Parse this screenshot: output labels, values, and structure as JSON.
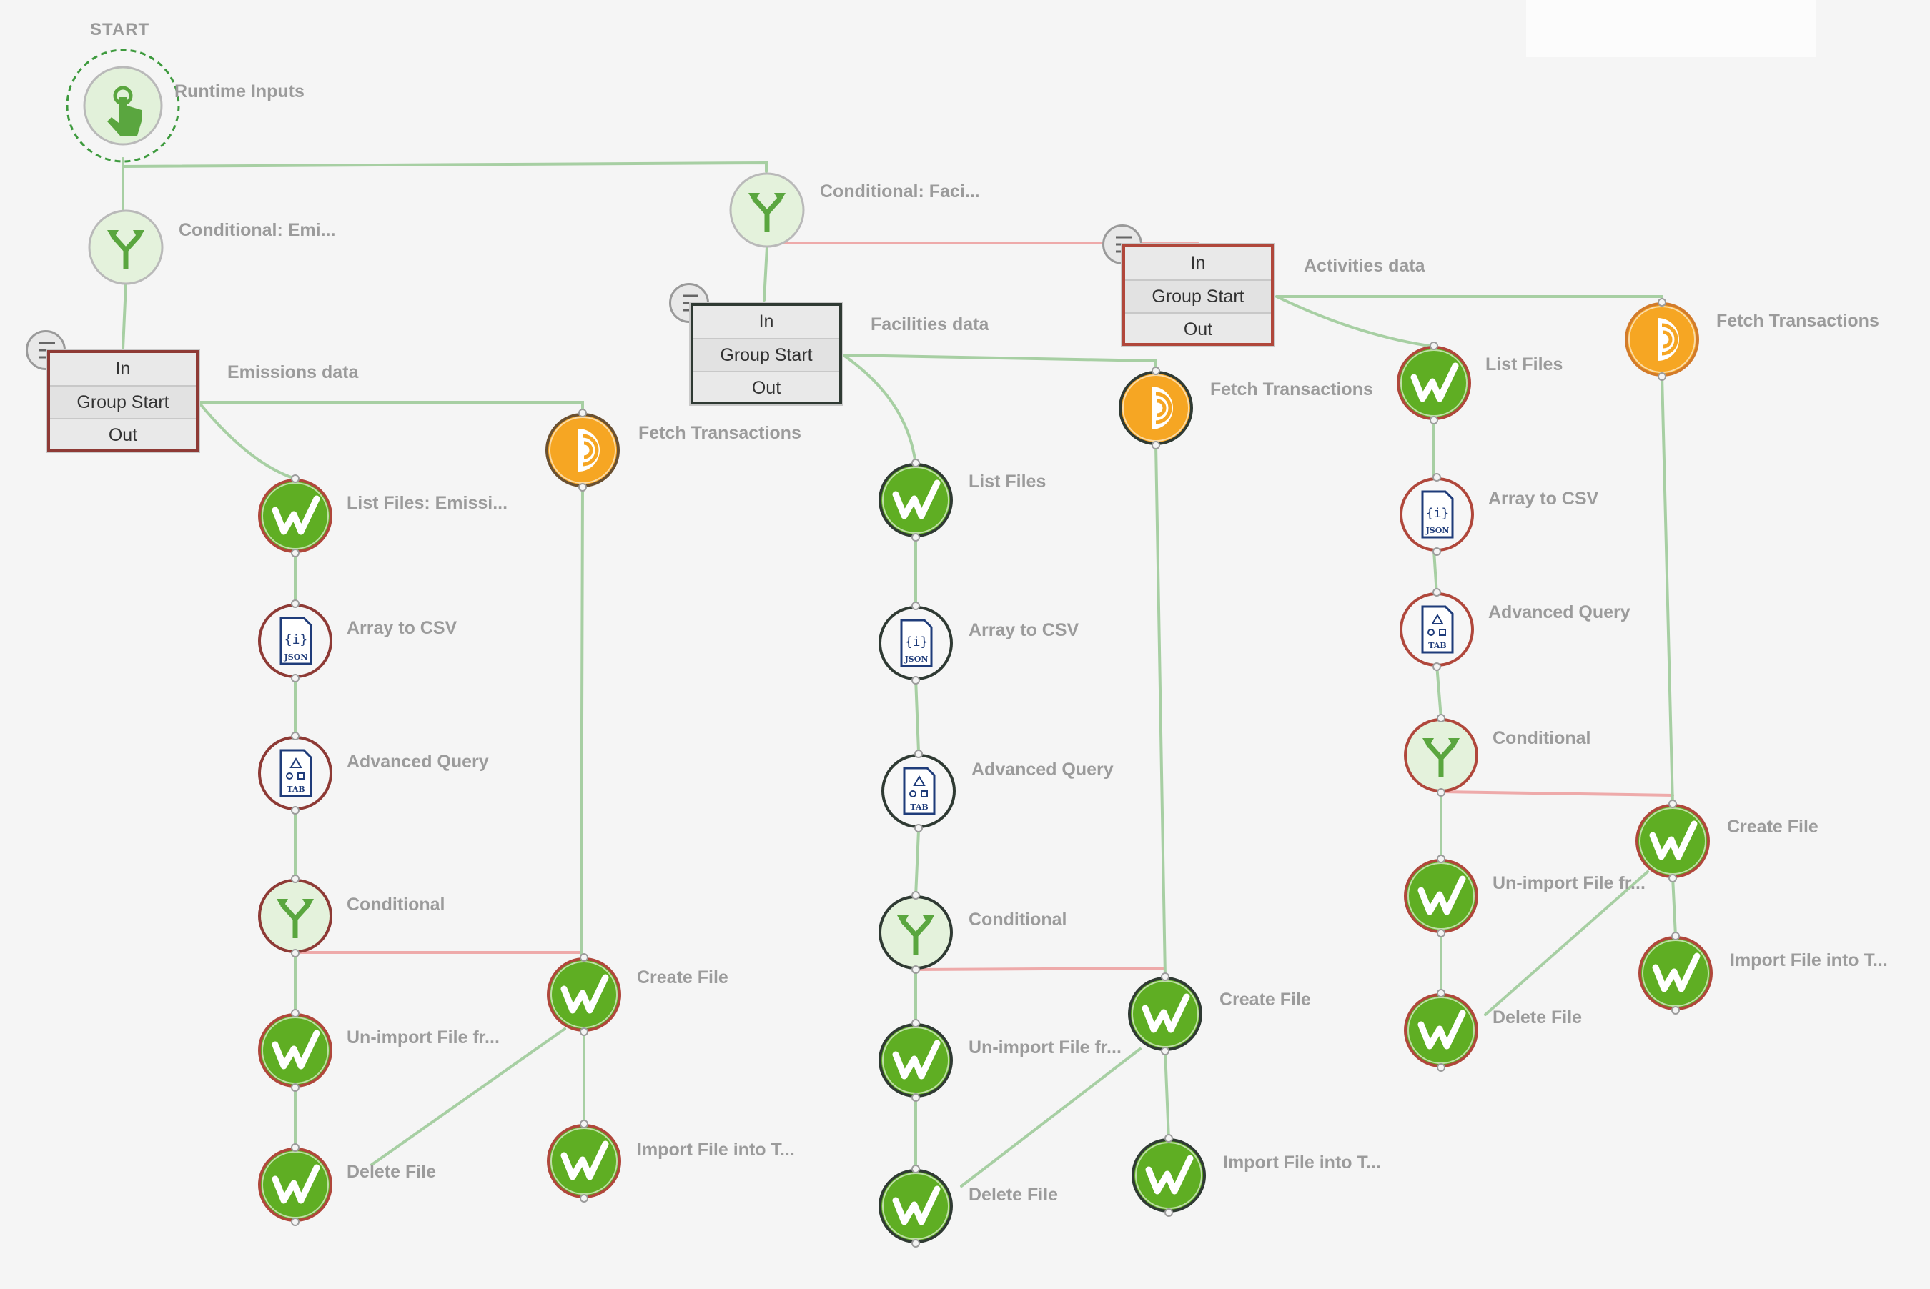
{
  "canvas": {
    "start_label": "START"
  },
  "colors": {
    "wrench_green": "#6fbe2c",
    "fetch_orange": "#f0a020",
    "cond_bg": "#e4f2dc",
    "edge_ok": "#a7cfa3",
    "edge_fail": "#eeaaaa"
  },
  "nodes": {
    "runtime_inputs": {
      "label": "Runtime Inputs",
      "icon": "touch-hand-icon"
    },
    "cond_emi": {
      "label": "Conditional: Emi...",
      "icon": "branch-icon"
    },
    "cond_faci": {
      "label": "Conditional: Faci...",
      "icon": "branch-icon"
    },
    "emissions_group": {
      "label": "Emissions data",
      "in": "In",
      "title": "Group Start",
      "out": "Out"
    },
    "facilities_group": {
      "label": "Facilities data",
      "in": "In",
      "title": "Group Start",
      "out": "Out"
    },
    "activities_group": {
      "label": "Activities data",
      "in": "In",
      "title": "Group Start",
      "out": "Out"
    },
    "e_list": {
      "label": "List Files: Emissi..."
    },
    "e_a2c": {
      "label": "Array to CSV"
    },
    "e_aq": {
      "label": "Advanced Query"
    },
    "e_cond": {
      "label": "Conditional"
    },
    "e_unimport": {
      "label": "Un-import File fr..."
    },
    "e_delete": {
      "label": "Delete File"
    },
    "e_fetch": {
      "label": "Fetch Transactions"
    },
    "e_create": {
      "label": "Create File"
    },
    "e_import": {
      "label": "Import File into T..."
    },
    "f_list": {
      "label": "List Files"
    },
    "f_a2c": {
      "label": "Array to CSV"
    },
    "f_aq": {
      "label": "Advanced Query"
    },
    "f_cond": {
      "label": "Conditional"
    },
    "f_unimport": {
      "label": "Un-import File fr..."
    },
    "f_delete": {
      "label": "Delete File"
    },
    "f_fetch": {
      "label": "Fetch Transactions"
    },
    "f_create": {
      "label": "Create File"
    },
    "f_import": {
      "label": "Import File into T..."
    },
    "a_list": {
      "label": "List Files"
    },
    "a_a2c": {
      "label": "Array to CSV"
    },
    "a_aq": {
      "label": "Advanced Query"
    },
    "a_cond": {
      "label": "Conditional"
    },
    "a_unimport": {
      "label": "Un-import File fr..."
    },
    "a_delete": {
      "label": "Delete File"
    },
    "a_fetch": {
      "label": "Fetch Transactions"
    },
    "a_create": {
      "label": "Create File"
    },
    "a_import": {
      "label": "Import File into T..."
    }
  },
  "icons": {
    "json_text": "JSON",
    "json_braces": "{i}",
    "tab_text": "TAB"
  }
}
